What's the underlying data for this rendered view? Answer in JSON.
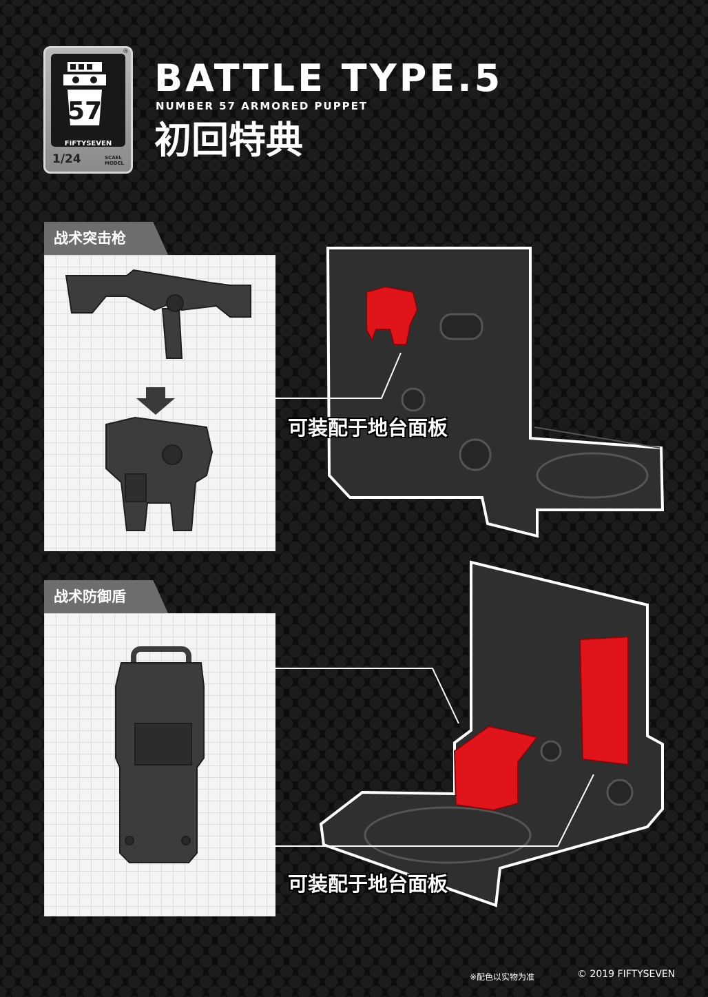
{
  "logo": {
    "brand": "FIFTYSEVEN",
    "number": "57",
    "scale": "1/24",
    "scale_sub": [
      "SCAEL",
      "MODEL"
    ],
    "registered": "®"
  },
  "header": {
    "title": "BATTLE  TYPE.5",
    "subtitle": "NUMBER 57 ARMORED PUPPET",
    "cn_title": "初回特典"
  },
  "sections": [
    {
      "tab": "战术突击枪",
      "callout": "可装配于地台面板"
    },
    {
      "tab": "战术防御盾",
      "callout": "可装配于地台面板"
    }
  ],
  "footer": {
    "note": "※配色以实物为准",
    "copyright": "© 2019 FIFTYSEVEN"
  },
  "colors": {
    "accent_red": "#e0141b",
    "part_grey": "#3c3c3c",
    "panel_bg": "#f4f4f4",
    "tab_bg": "#6d6d6d"
  }
}
